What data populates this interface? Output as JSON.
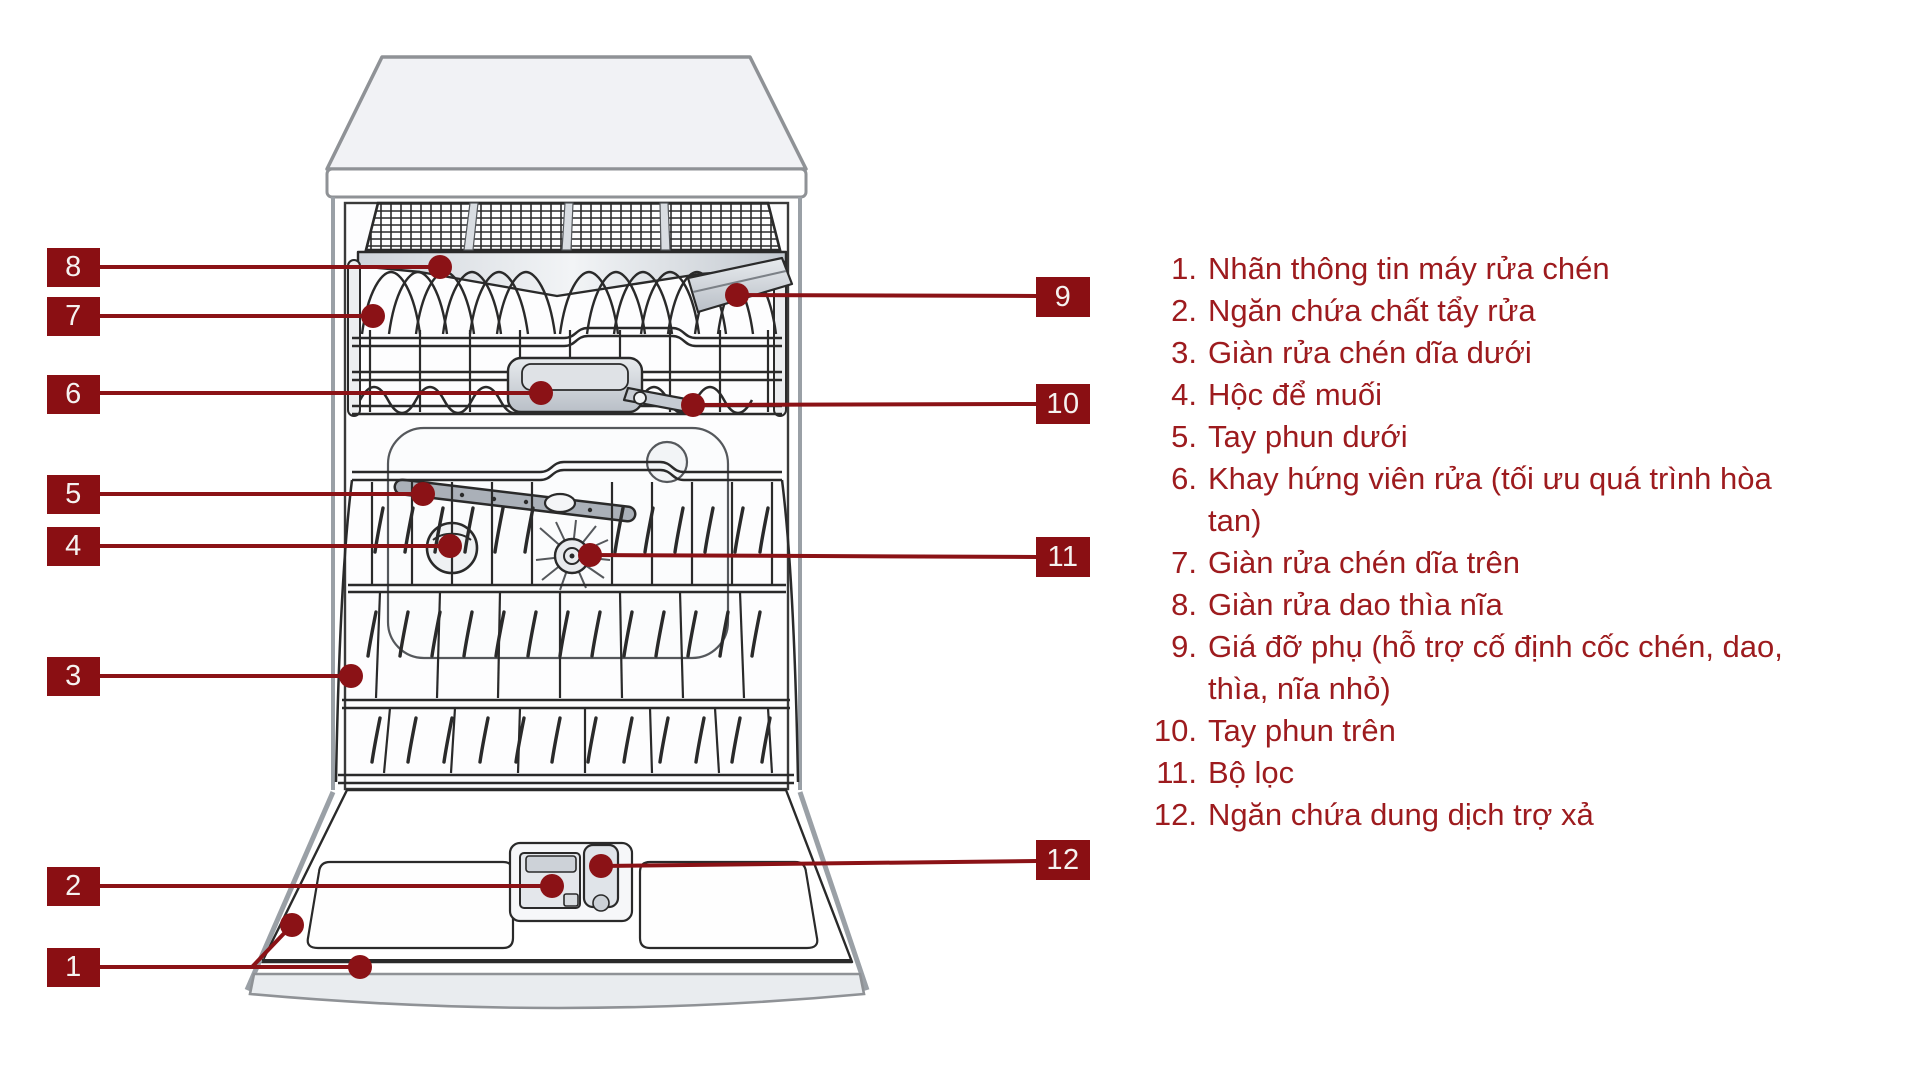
{
  "diagram": {
    "title": "dishwasher-parts-diagram",
    "badges": [
      {
        "label": "1"
      },
      {
        "label": "2"
      },
      {
        "label": "3"
      },
      {
        "label": "4"
      },
      {
        "label": "5"
      },
      {
        "label": "6"
      },
      {
        "label": "7"
      },
      {
        "label": "8"
      },
      {
        "label": "9"
      },
      {
        "label": "10"
      },
      {
        "label": "11"
      },
      {
        "label": "12"
      }
    ]
  },
  "legend": {
    "items": [
      {
        "num": "1.",
        "text": "Nhãn thông tin máy rửa chén"
      },
      {
        "num": "2.",
        "text": "Ngăn chứa chất tẩy rửa"
      },
      {
        "num": "3.",
        "text": "Giàn rửa chén dĩa dưới"
      },
      {
        "num": "4.",
        "text": "Hộc để muối"
      },
      {
        "num": "5.",
        "text": "Tay phun dưới"
      },
      {
        "num": "6.",
        "text": "Khay hứng viên rửa (tối ưu quá trình hòa tan)"
      },
      {
        "num": "7.",
        "text": "Giàn rửa chén dĩa trên"
      },
      {
        "num": "8.",
        "text": "Giàn rửa dao thìa nĩa"
      },
      {
        "num": "9.",
        "text": "Giá đỡ phụ (hỗ trợ cố định cốc chén, dao, thìa, nĩa nhỏ)"
      },
      {
        "num": "10.",
        "text": "Tay phun trên"
      },
      {
        "num": "11.",
        "text": "Bộ lọc"
      },
      {
        "num": "12.",
        "text": "Ngăn chứa dung dịch trợ xả"
      }
    ]
  },
  "colors": {
    "accent": "#8a0f13",
    "leader_line": "#8b1216",
    "legend_text": "#9d1b1e"
  }
}
